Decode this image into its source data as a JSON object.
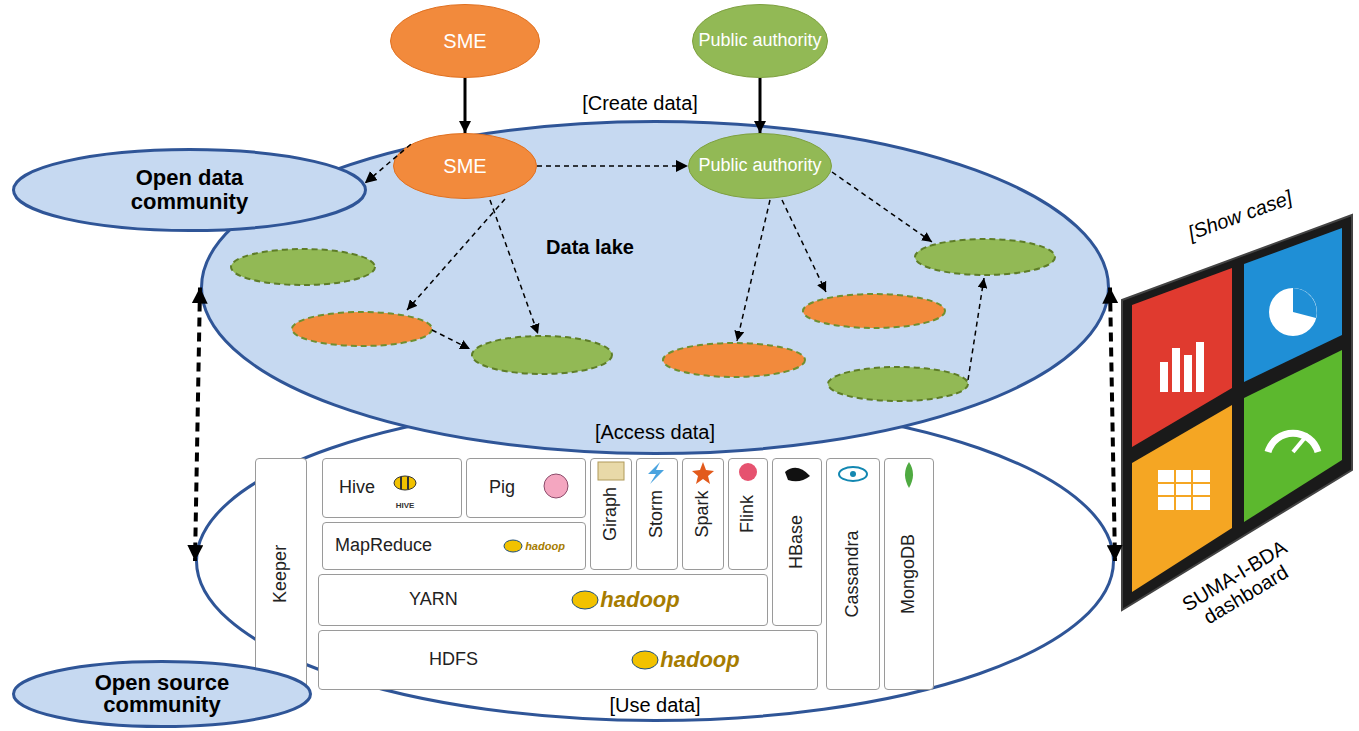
{
  "diagram": {
    "nodes": [
      {
        "text": [
          "SME"
        ]
      },
      {
        "text": [
          "Public authority"
        ]
      },
      {
        "text": [
          "Open data community"
        ]
      },
      {
        "text": [
          "Data lake",
          "[Access data]"
        ]
      },
      {
        "text": [
          "SME"
        ],
        "in": 3
      },
      {
        "text": [
          "Public authority"
        ],
        "in": 3
      },
      {
        "text": [
          "[Use data]"
        ]
      },
      {
        "text": [
          "Keeper"
        ],
        "in": 6
      },
      {
        "text": [
          "Hive"
        ],
        "in": 6
      },
      {
        "text": [
          "Pig"
        ],
        "in": 6
      },
      {
        "text": [
          "Giraph"
        ],
        "in": 6
      },
      {
        "text": [
          "Storm"
        ],
        "in": 6
      },
      {
        "text": [
          "Spark"
        ],
        "in": 6
      },
      {
        "text": [
          "Flink"
        ],
        "in": 6
      },
      {
        "text": [
          "HBase"
        ],
        "in": 6
      },
      {
        "text": [
          "Cassandra"
        ],
        "in": 6
      },
      {
        "text": [
          "MongoDB"
        ],
        "in": 6
      },
      {
        "text": [
          "MapReduce"
        ],
        "in": 6
      },
      {
        "text": [
          "YARN"
        ],
        "in": 6
      },
      {
        "text": [
          "HDFS"
        ],
        "in": 6
      },
      {
        "text": [
          "Open source community"
        ]
      },
      {
        "text": [
          "[Show case]",
          "SUMA-I-BDA dashboard"
        ]
      }
    ],
    "edges": [
      {
        "from": 0,
        "to": 4,
        "arrow": "to"
      },
      {
        "from": 1,
        "to": 5,
        "arrow": "to"
      },
      {
        "from": 4,
        "to": 5,
        "arrow": "to"
      },
      {
        "from": 4,
        "to": 2,
        "arrow": "to"
      },
      {
        "from": 3,
        "to": 6,
        "arrow": "both"
      },
      {
        "from": 3,
        "to": 6,
        "arrow": "both"
      }
    ],
    "labels": [
      "[Create data]",
      "HIVE",
      "hadoop",
      "hadoop",
      "hadoop"
    ]
  }
}
